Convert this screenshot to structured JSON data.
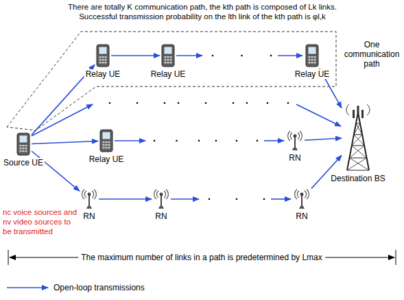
{
  "diagram": {
    "nodes": [
      {
        "text": [
          "Source UE"
        ]
      },
      {
        "text": [
          "Relay UE"
        ]
      },
      {
        "text": [
          "Relay UE"
        ]
      },
      {
        "text": [
          "Relay UE"
        ]
      },
      {
        "text": [
          "Relay UE"
        ]
      },
      {
        "text": [
          "RN"
        ]
      },
      {
        "text": [
          "RN"
        ]
      },
      {
        "text": [
          "RN"
        ]
      },
      {
        "text": [
          "RN"
        ]
      },
      {
        "text": [
          "Destination BS"
        ]
      }
    ],
    "edges": [
      {
        "from": 0,
        "to": 1,
        "arrow": "to"
      },
      {
        "from": 1,
        "to": 2,
        "arrow": "to"
      },
      {
        "from": 3,
        "to": 9,
        "arrow": "to"
      },
      {
        "from": 0,
        "to": 4,
        "arrow": "to"
      },
      {
        "from": 5,
        "to": 9,
        "arrow": "to"
      },
      {
        "from": 0,
        "to": 6,
        "arrow": "to"
      },
      {
        "from": 6,
        "to": 7,
        "arrow": "to"
      },
      {
        "from": 8,
        "to": 9,
        "arrow": "to"
      }
    ],
    "labels": [
      "There are totally K communication path, the kth path is composed of Lk links. Successful transmission probability on the lth link of the kth path is φl,k",
      "One communication path",
      "nc voice sources and nv video sources to be transmitted",
      "The maximum number of links in a path is predetermined by Lmax"
    ],
    "legend": [
      {
        "text": "Open-loop transmissions"
      }
    ]
  }
}
